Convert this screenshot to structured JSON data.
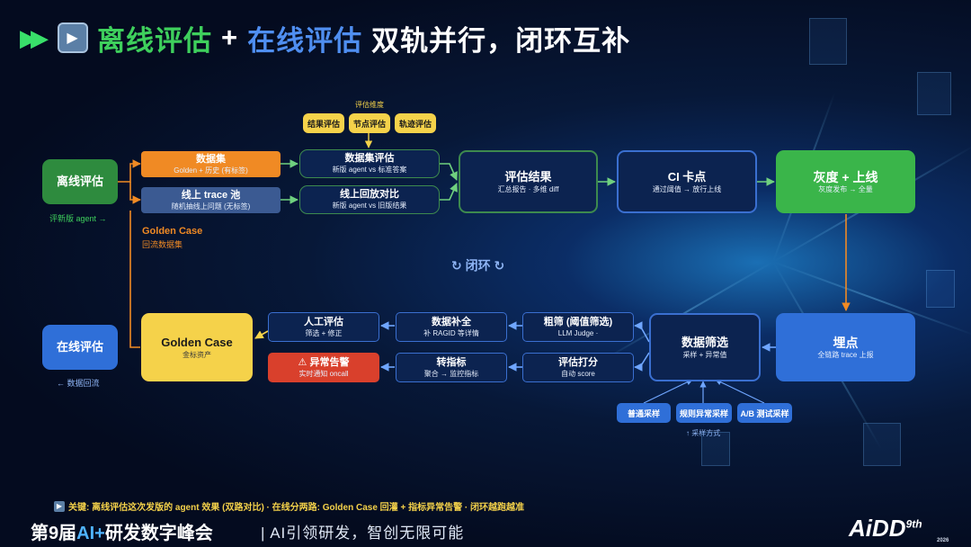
{
  "title": {
    "part1": "离线评估",
    "plus": "+",
    "part2": "在线评估",
    "part3": "双轨并行，闭环互补"
  },
  "left": {
    "offline_label": "离线评估",
    "offline_note": "评新版 agent →",
    "online_label": "在线评估",
    "online_note": "← 数据回流"
  },
  "top_flow": {
    "dataset": {
      "title": "数据集",
      "sub": "Golden + 历史 (有标签)"
    },
    "trace_pool": {
      "title": "线上 trace 池",
      "sub": "随机抽线上问题 (无标签)"
    },
    "dims_label": "评估维度",
    "dims": [
      "结果评估",
      "节点评估",
      "轨迹评估"
    ],
    "dataset_eval": {
      "title": "数据集评估",
      "sub": "新版 agent vs 标准答案"
    },
    "replay": {
      "title": "线上回放对比",
      "sub": "新版 agent vs 旧版结果"
    },
    "result": {
      "title": "评估结果",
      "sub": "汇总报告 · 多维 diff"
    },
    "ci": {
      "title": "CI 卡点",
      "sub": "通过阈值 → 放行上线"
    },
    "gray": {
      "title": "灰度 + 上线",
      "sub": "灰度发布 → 全量"
    }
  },
  "golden_note": {
    "title": "Golden Case",
    "sub": "回流数据集"
  },
  "loop_label": "↻ 闭环 ↻",
  "bottom_flow": {
    "tracking": {
      "title": "埋点",
      "sub": "全链路 trace 上报"
    },
    "filter": {
      "title": "数据筛选",
      "sub": "采样 + 异常值"
    },
    "sampling": [
      "普通采样",
      "规则异常采样",
      "A/B 测试采样"
    ],
    "sampling_label": "↑ 采样方式",
    "coarse": {
      "title": "粗筛 (阈值筛选)",
      "sub": "LLM Judge ·"
    },
    "score": {
      "title": "评估打分",
      "sub": "自动 score"
    },
    "supplement": {
      "title": "数据补全",
      "sub": "补 RAGID 等详情"
    },
    "metric": {
      "title": "转指标",
      "sub": "聚合 → 监控指标"
    },
    "human": {
      "title": "人工评估",
      "sub": "筛选 + 修正"
    },
    "alert": {
      "title": "⚠ 异常告警",
      "sub": "实时通知 oncall"
    },
    "golden": {
      "title": "Golden Case",
      "sub": "金标资产"
    }
  },
  "footer_note": "关键: 离线评估这次发版的 agent 效果 (双路对比) · 在线分两路: Golden Case 回灌 + 指标异常告警 · 闭环越跑越准",
  "footer": {
    "conf_pre": "第9届",
    "conf_ai": "AI+",
    "conf_post": "研发数字峰会",
    "slogan": "| AI引领研发，智创无限可能",
    "logo": "AiDD",
    "logo_ed": "9th",
    "logo_year": "2026"
  },
  "colors": {
    "green": "#3ecf5c",
    "blue": "#2f6fd8",
    "orange": "#f08a24",
    "yellow": "#f5d24a",
    "red": "#d9402c"
  }
}
